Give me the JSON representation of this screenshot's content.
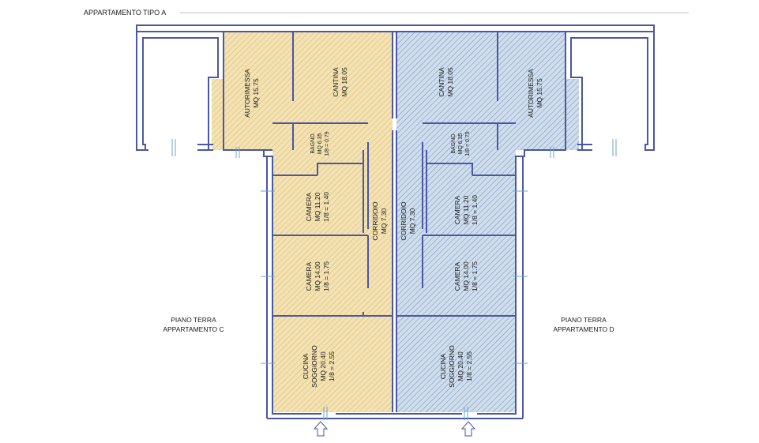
{
  "title": "APPARTAMENTO TIPO A",
  "colors": {
    "wall": "#4a57a3",
    "yellow_fill": "#f3e2b3",
    "yellow_hatch": "#d9b56a",
    "blue_fill": "#cfdded",
    "blue_hatch": "#6f90b4",
    "door": "#6aa8c8"
  },
  "left_unit": {
    "caption_line1": "PIANO TERRA",
    "caption_line2": "APPARTAMENTO C",
    "autorimessa": {
      "name": "AUTORIMESSA",
      "area": "MQ 15.75"
    },
    "cantina": {
      "name": "CANTINA",
      "area": "MQ 18.05"
    },
    "bagno": {
      "name": "BAGNO",
      "area": "MQ 6.35",
      "ratio": "1/8 = 0.79"
    },
    "camera1": {
      "name": "CAMERA",
      "area": "MQ 11.20",
      "ratio": "1/8 = 1.40"
    },
    "corridoio": {
      "name": "CORRIDOIO",
      "area": "MQ 7.30"
    },
    "camera2": {
      "name": "CAMERA",
      "area": "MQ 14.00",
      "ratio": "1/8 = 1.75"
    },
    "soggiorno": {
      "name1": "CUCINA",
      "name2": "SOGGIORNO",
      "area": "MQ 20.40",
      "ratio": "1/8 = 2.55"
    }
  },
  "right_unit": {
    "caption_line1": "PIANO TERRA",
    "caption_line2": "APPARTAMENTO D",
    "autorimessa": {
      "name": "AUTORIMESSA",
      "area": "MQ 15.75"
    },
    "cantina": {
      "name": "CANTINA",
      "area": "MQ 18.05"
    },
    "bagno": {
      "name": "BAGNO",
      "area": "MQ 6.35",
      "ratio": "1/8 = 0.79"
    },
    "camera1": {
      "name": "CAMERA",
      "area": "MQ 11.20",
      "ratio": "1/8 = 1.40"
    },
    "corridoio": {
      "name": "CORRIDOIO",
      "area": "MQ 7.30"
    },
    "camera2": {
      "name": "CAMERA",
      "area": "MQ 14.00",
      "ratio": "1/8 = 1.75"
    },
    "soggiorno": {
      "name1": "CUCINA",
      "name2": "SOGGIORNO",
      "area": "MQ 20.40",
      "ratio": "1/8 = 2.55"
    }
  }
}
